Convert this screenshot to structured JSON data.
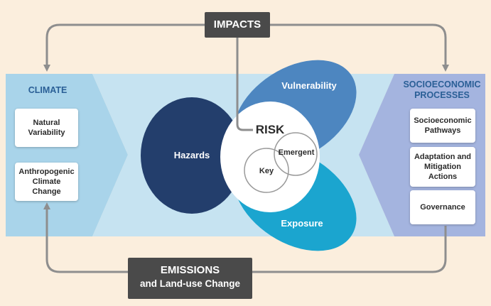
{
  "climate": {
    "title": "CLIMATE",
    "items": [
      "Natural\nVariability",
      "Anthropogenic\nClimate Change"
    ]
  },
  "socio": {
    "title": "SOCIOECONOMIC\nPROCESSES",
    "items": [
      "Socioeconomic\nPathways",
      "Adaptation and\nMitigation\nActions",
      "Governance"
    ]
  },
  "impacts": "IMPACTS",
  "emissions": {
    "line1": "EMISSIONS",
    "line2": "and Land-use Change"
  },
  "center": {
    "risk": "RISK",
    "hazards": "Hazards",
    "vulnerability": "Vulnerability",
    "exposure": "Exposure",
    "key": "Key",
    "emergent": "Emergent"
  },
  "colors": {
    "background": "#fbeedd",
    "climate_panel": "#a9d4ea",
    "socio_panel": "#a4b4df",
    "hazards": "#233e6c",
    "vulnerability": "#4d86c0",
    "exposure": "#1ba5cf",
    "connector": "#8e8e8e",
    "label_dark": "#4a4a4a"
  }
}
